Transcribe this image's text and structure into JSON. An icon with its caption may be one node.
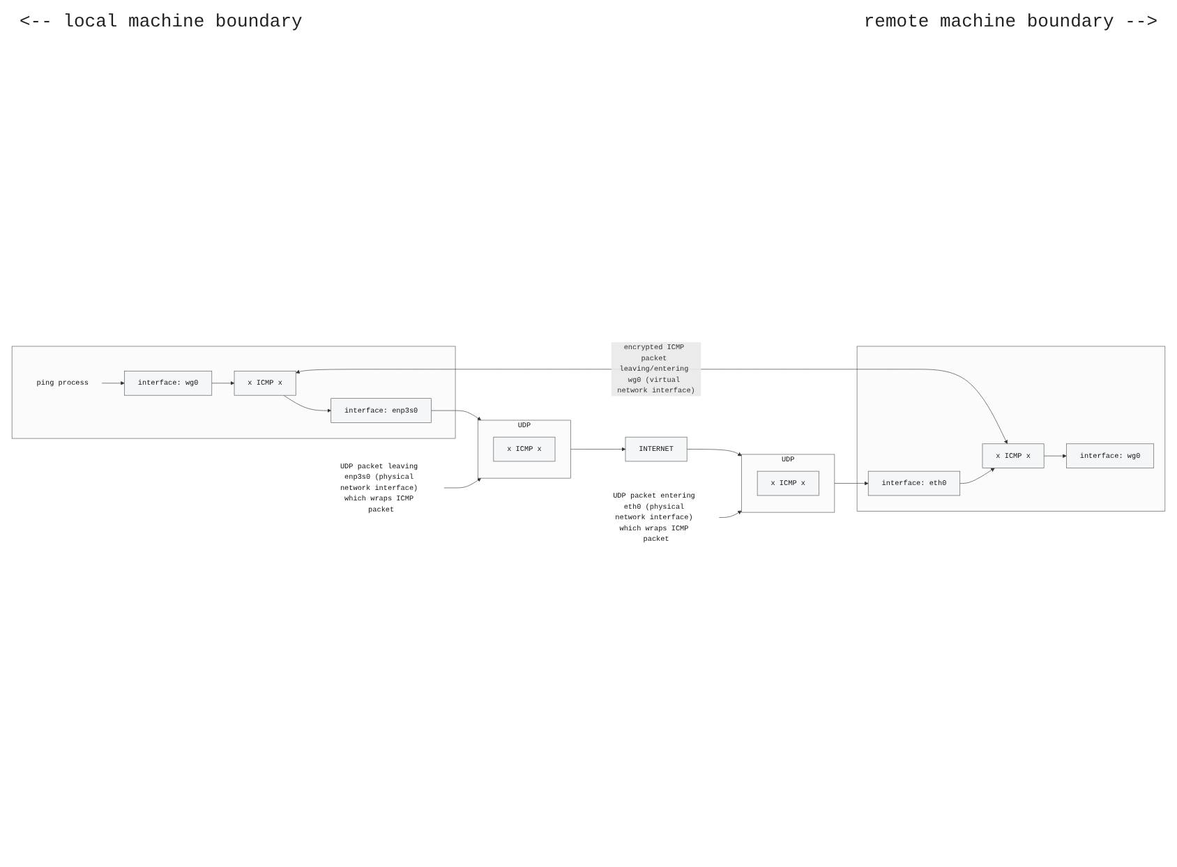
{
  "diagram": {
    "nodes": [
      {
        "text": [],
        "shape": "box"
      },
      {
        "text": [
          "ping process"
        ],
        "in": 0
      },
      {
        "text": [
          "interface: wg0"
        ],
        "in": 0
      },
      {
        "text": [
          "x ICMP x"
        ],
        "in": 0
      },
      {
        "text": [
          "interface: enp3s0"
        ],
        "in": 0
      },
      {
        "text": [],
        "shape": "box"
      },
      {
        "text": [
          "interface: wg0"
        ],
        "in": 5
      },
      {
        "text": [
          "x ICMP x"
        ],
        "in": 5
      },
      {
        "text": [
          "interface: eth0"
        ],
        "in": 5
      },
      {
        "text": [
          "UDP"
        ]
      },
      {
        "text": [
          "x ICMP x"
        ],
        "in": 9
      },
      {
        "text": [
          "INTERNET"
        ]
      },
      {
        "text": [
          "UDP"
        ]
      },
      {
        "text": [
          "x ICMP x"
        ],
        "in": 12
      },
      {
        "text": [
          "UDP packet leaving enp3s0 (physical network interface) which wraps ICMP packet"
        ]
      },
      {
        "text": [
          "UDP packet entering eth0 (physical network interface) which wraps ICMP packet"
        ]
      }
    ],
    "edges": [
      {
        "from": 1,
        "to": 2,
        "arrow": "to"
      },
      {
        "from": 2,
        "to": 3,
        "arrow": "to"
      },
      {
        "from": 3,
        "to": 7,
        "arrow": "both",
        "label": "encrypted ICMP packet leaving/entering wg0 (virtual network interface)"
      },
      {
        "from": 3,
        "to": 4,
        "arrow": "to"
      },
      {
        "from": 4,
        "to": 9,
        "arrow": "to"
      },
      {
        "from": 14,
        "to": 9,
        "arrow": "to"
      },
      {
        "from": 9,
        "to": 11,
        "arrow": "to"
      },
      {
        "from": 11,
        "to": 12,
        "arrow": "to"
      },
      {
        "from": 15,
        "to": 12,
        "arrow": "to"
      },
      {
        "from": 12,
        "to": 8,
        "arrow": "to"
      },
      {
        "from": 8,
        "to": 7,
        "arrow": "to"
      },
      {
        "from": 7,
        "to": 6,
        "arrow": "to"
      }
    ],
    "labels": [
      "<-- local machine boundary",
      "remote machine boundary -->"
    ]
  }
}
